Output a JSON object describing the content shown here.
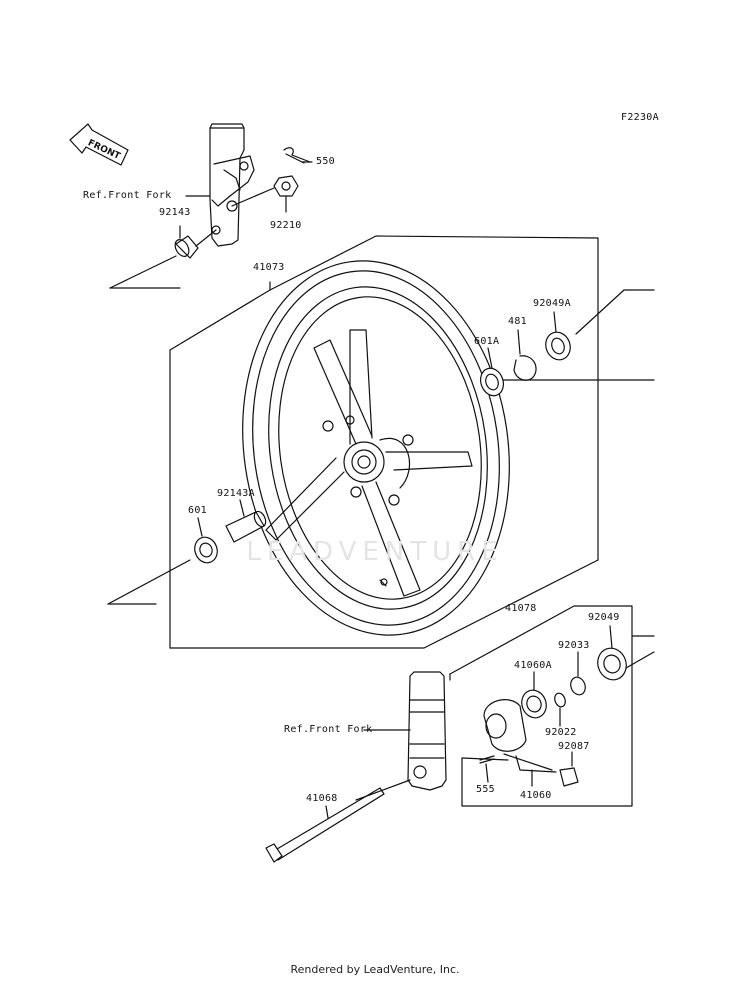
{
  "diagram_code": "F2230A",
  "front_arrow_text": "FRONT",
  "watermark": "LEADVENTURE",
  "footer": "Rendered by LeadVenture, Inc.",
  "parts": {
    "p550": "550",
    "p92210": "92210",
    "p92143": "92143",
    "ref_fork_top": "Ref.Front Fork",
    "p41073": "41073",
    "p92049A": "92049A",
    "p481": "481",
    "p601A": "601A",
    "p92143A": "92143A",
    "p601": "601",
    "p41078": "41078",
    "p92049": "92049",
    "p92033": "92033",
    "p41060A": "41060A",
    "p92022": "92022",
    "p92087": "92087",
    "ref_fork_bottom": "Ref.Front Fork",
    "p555": "555",
    "p41060": "41060",
    "p41068": "41068"
  }
}
